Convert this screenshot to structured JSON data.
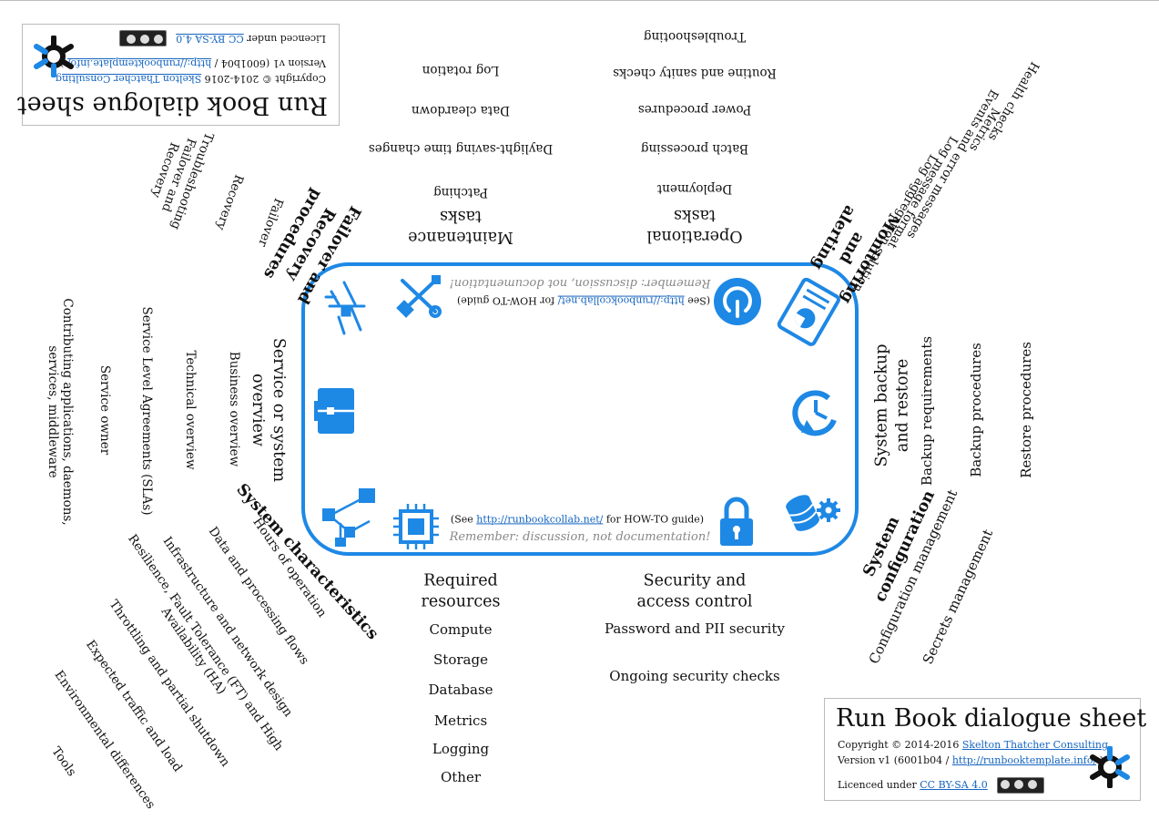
{
  "colors": {
    "accent": "#1e88e5",
    "link": "#1565c0",
    "text": "#111111",
    "muted": "#888888"
  },
  "center": {
    "howto_prefix": "(See ",
    "howto_link": "http://runbookcollab.net/",
    "howto_suffix": " for HOW-TO guide)",
    "remember": "Remember: discussion, not documentation!",
    "icons": [
      "monitor-alert-icon",
      "tools-icon",
      "power-icon",
      "chart-document-icon",
      "briefcase-icon",
      "clock-refresh-icon",
      "network-diagram-icon",
      "cpu-chip-icon",
      "padlock-icon",
      "database-gear-icon"
    ]
  },
  "info_box": {
    "title": "Run Book dialogue sheet",
    "copyright_prefix": "Copyright © 2014-2016 ",
    "copyright_link": "Skelton Thatcher Consulting",
    "version_prefix": "Version v1 (6001b04 / ",
    "version_link": "http://runbooktemplate.info/",
    "version_suffix": " )",
    "licence_prefix": "Licenced under ",
    "licence_link": "CC BY-SA 4.0"
  },
  "sections": {
    "required_resources": {
      "heading": "Required resources",
      "items": [
        "Compute",
        "Storage",
        "Database",
        "Metrics",
        "Logging",
        "Other"
      ]
    },
    "security": {
      "heading": "Security and access control",
      "items": [
        "Password and PII security",
        "Ongoing security checks"
      ]
    },
    "system_configuration": {
      "heading": "System configuration",
      "items": [
        "Configuration management",
        "Secrets management"
      ]
    },
    "backup": {
      "heading": "System backup and restore",
      "items": [
        "Backup requirements",
        "Backup procedures",
        "Restore procedures"
      ]
    },
    "monitoring": {
      "heading": "Monitoring and alerting",
      "items": [
        "Log aggregation solution",
        "Log message format",
        "Events and error messages",
        "Metrics",
        "Health checks"
      ]
    },
    "operational": {
      "heading": "Operational tasks",
      "items": [
        "Deployment",
        "Batch processing",
        "Power procedures",
        "Routine and sanity checks",
        "Troubleshooting"
      ]
    },
    "maintenance": {
      "heading": "Maintenance tasks",
      "items": [
        "Patching",
        "Daylight-saving time changes",
        "Data cleardown",
        "Log rotation"
      ]
    },
    "failover": {
      "heading": "Failover and Recovery procedures",
      "items": [
        "Failover",
        "Recovery",
        "Troubleshooting Failover and Recovery"
      ]
    },
    "service_overview": {
      "heading": "Service or system overview",
      "items": [
        "Business overview",
        "Technical overview",
        "Service Level Agreements (SLAs)",
        "Service owner",
        "Contributing applications, daemons, services, middleware"
      ]
    },
    "system_characteristics": {
      "heading": "System characteristics",
      "items": [
        "Hours of operation",
        "Data and processing flows",
        "Infrastructure and network design",
        "Resilience, Fault Tolerance (FT) and High Availability (HA)",
        "Throttling and partial shutdown",
        "Expected traffic and load",
        "Environmental differences",
        "Tools"
      ]
    }
  }
}
